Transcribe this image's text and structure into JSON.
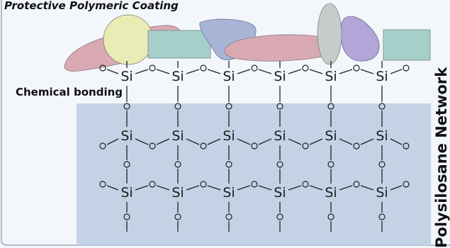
{
  "labels": {
    "coating": "Protective Polymeric Coating",
    "bonding": "Chemical bonding",
    "network": "Polysilosane Network"
  },
  "atoms": {
    "silicon": "Si",
    "oxygen": "O"
  },
  "colors": {
    "network_fill": "#c3d2e5",
    "frame_border": "#9aa9bb",
    "pink_blob": "#d9a9b3",
    "yellow_blob": "#e9ecb5",
    "teal_blob": "#a6cfc9",
    "blue_blob": "#a9b5d6",
    "grey_blob": "#c6ccca",
    "violet_blob": "#b3a5d8"
  },
  "structure": {
    "columns": 6,
    "silicon_rows": 3
  }
}
